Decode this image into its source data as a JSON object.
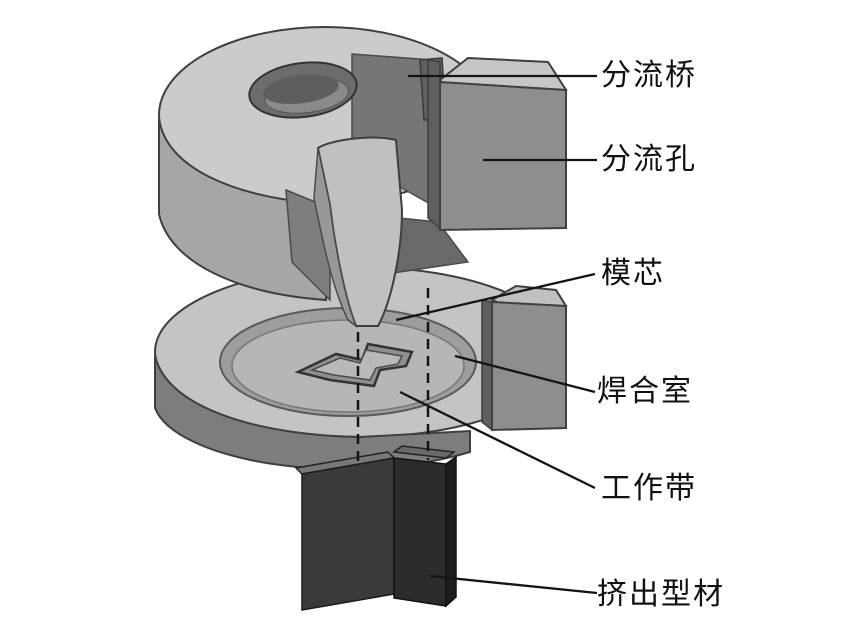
{
  "figure": {
    "type": "technical-diagram",
    "subject": "extrusion porthole die cutaway with extruded profile",
    "background": "#ffffff",
    "colors": {
      "ink": "#141414",
      "die_top_light": "#cbcbcb",
      "die_wall_mid": "#a6a6a6",
      "die_cut_face": "#8e8e8e",
      "die_wall_dark": "#7d7d7d",
      "cavity_dark": "#6c6c6c",
      "profile_dark": "#2c2c2c"
    },
    "labels": [
      {
        "id": "bridge",
        "text": "分流桥"
      },
      {
        "id": "porthole",
        "text": "分流孔"
      },
      {
        "id": "mandrel",
        "text": "模芯"
      },
      {
        "id": "welding-chamber",
        "text": "焊合室"
      },
      {
        "id": "bearing-band",
        "text": "工作带"
      },
      {
        "id": "extruded-profile",
        "text": "挤出型材"
      }
    ]
  }
}
